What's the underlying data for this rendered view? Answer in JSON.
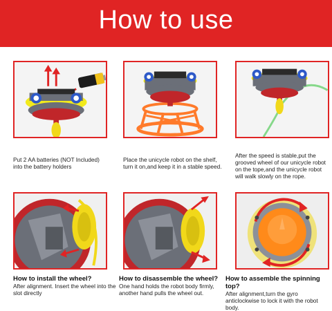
{
  "header": {
    "title": "How to use",
    "background_color": "#e02424"
  },
  "steps": [
    {
      "image": "robot-with-battery-illustration",
      "title": "",
      "text": "Put 2 AA batteries (NOT Included) into the battery holders"
    },
    {
      "image": "robot-on-shelf-illustration",
      "title": "",
      "text": "Place the unicycle robot on the shelf, turn it on,and keep it in a stable speed."
    },
    {
      "image": "robot-on-rope-illustration",
      "title": "",
      "text": "After the speed is stable,put the grooved wheel of our unicycle robot on the tope,and the unicycle robot will walk slowly on the rope."
    },
    {
      "image": "install-wheel-closeup",
      "title": "How to install the wheel?",
      "text": "After alignment. Insert the wheel into the slot directly"
    },
    {
      "image": "disassemble-wheel-closeup",
      "title": "How to disassemble the wheel?",
      "text": "One hand holds the robot body firmly, another hand pulls the wheel out."
    },
    {
      "image": "spinning-top-closeup",
      "title": "How to assemble the spinning top?",
      "text": "After alignment,turn the gyro anticlockwise to lock it with the robot body."
    }
  ],
  "colors": {
    "accent_red": "#e02424",
    "robot_yellow": "#f2ea1c",
    "robot_gray": "#6b6f78",
    "shelf_orange": "#ff7a2a",
    "rope_green": "#86d88a",
    "wheel_yellow": "#f1d81a"
  }
}
